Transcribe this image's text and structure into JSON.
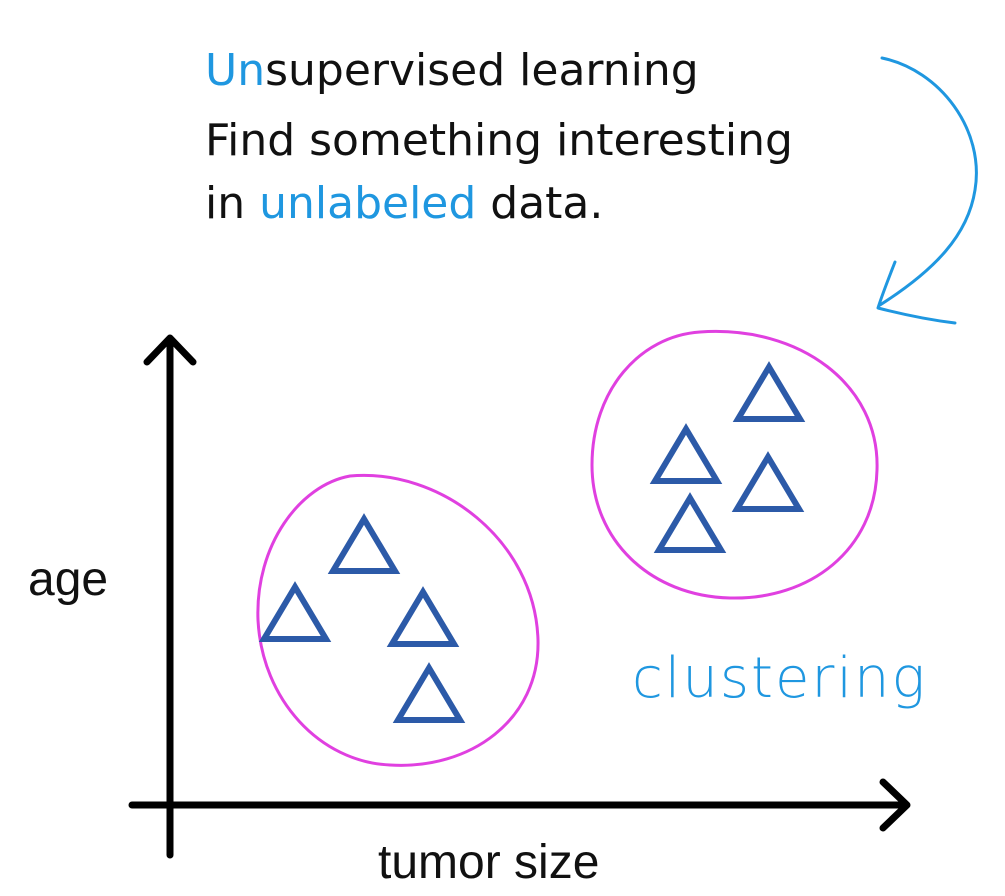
{
  "heading": {
    "line1_accent": "Un",
    "line1_rest": "supervised learning",
    "line2": "Find something interesting",
    "line3_start": "in ",
    "line3_accent": "unlabeled",
    "line3_end": " data."
  },
  "axes": {
    "y_label": "age",
    "x_label": "tumor size"
  },
  "annotation": {
    "text": "clustering"
  },
  "colors": {
    "accent": "#1f97e0",
    "cluster_outline": "#e040e0",
    "triangle": "#2c5aa8",
    "axis": "#000000"
  },
  "clusters": [
    {
      "name": "left-cluster",
      "triangle_count": 4
    },
    {
      "name": "right-cluster",
      "triangle_count": 4
    }
  ],
  "icons": [
    "curved-arrow-icon",
    "triangle-marker-icon"
  ]
}
